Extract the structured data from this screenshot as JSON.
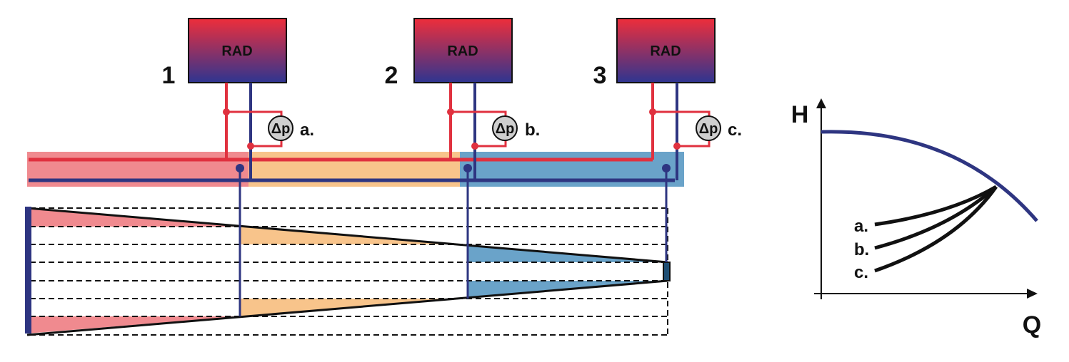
{
  "colors": {
    "supply": "#e0313f",
    "return": "#2e3581",
    "zone1": "#f08a8f",
    "zone2": "#f8c48b",
    "zone3": "#6aa3c9",
    "gauge_fill": "#cfcfcf",
    "black": "#111111"
  },
  "circuits": [
    {
      "number": "1",
      "radiator_label": "RAD",
      "dp_label": "Δp",
      "letter": "a."
    },
    {
      "number": "2",
      "radiator_label": "RAD",
      "dp_label": "Δp",
      "letter": "b."
    },
    {
      "number": "3",
      "radiator_label": "RAD",
      "dp_label": "Δp",
      "letter": "c."
    }
  ],
  "pump_chart": {
    "y_axis_label": "H",
    "x_axis_label": "Q",
    "curve_labels": [
      "a.",
      "b.",
      "c."
    ]
  }
}
